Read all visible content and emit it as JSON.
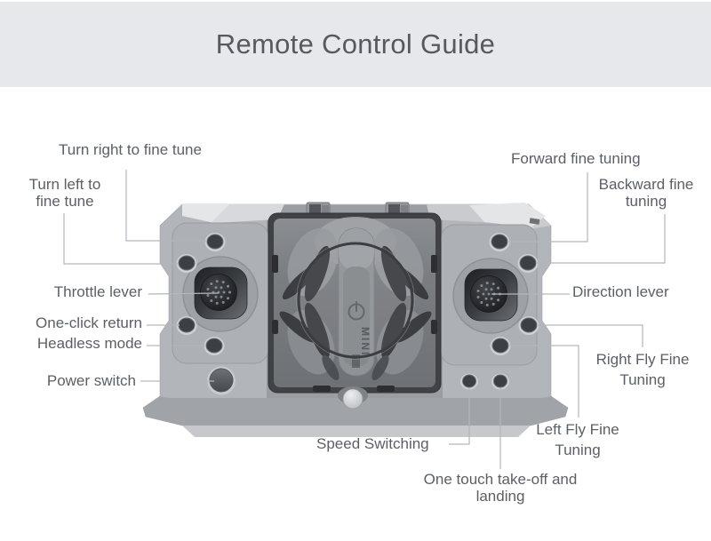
{
  "header": {
    "title": "Remote Control Guide"
  },
  "callouts": {
    "turn_right": "Turn right to fine tune",
    "turn_left": "Turn left to fine tune",
    "throttle_lever": "Throttle lever",
    "one_click_return": "One-click return",
    "headless_mode": "Headless mode",
    "power_switch": "Power switch",
    "forward_fine_tuning": "Forward fine tuning",
    "backward_fine_tuning": "Backward fine tuning",
    "direction_lever": "Direction lever",
    "right_fly_fine_tuning": "Right Fly Fine Tuning",
    "left_fly_fine_tuning": "Left Fly Fine Tuning",
    "speed_switching": "Speed Switching",
    "one_touch_takeoff": "One touch take-off and landing"
  },
  "remote": {
    "drone_marking": "MINI"
  },
  "colors": {
    "header_bg": "#e7e8ec",
    "title_text": "#555a61",
    "label_text": "#5b6067",
    "leader_line": "#b3b6ba",
    "body_gray": "#b2b5ba",
    "dark_gray": "#3e4145"
  }
}
